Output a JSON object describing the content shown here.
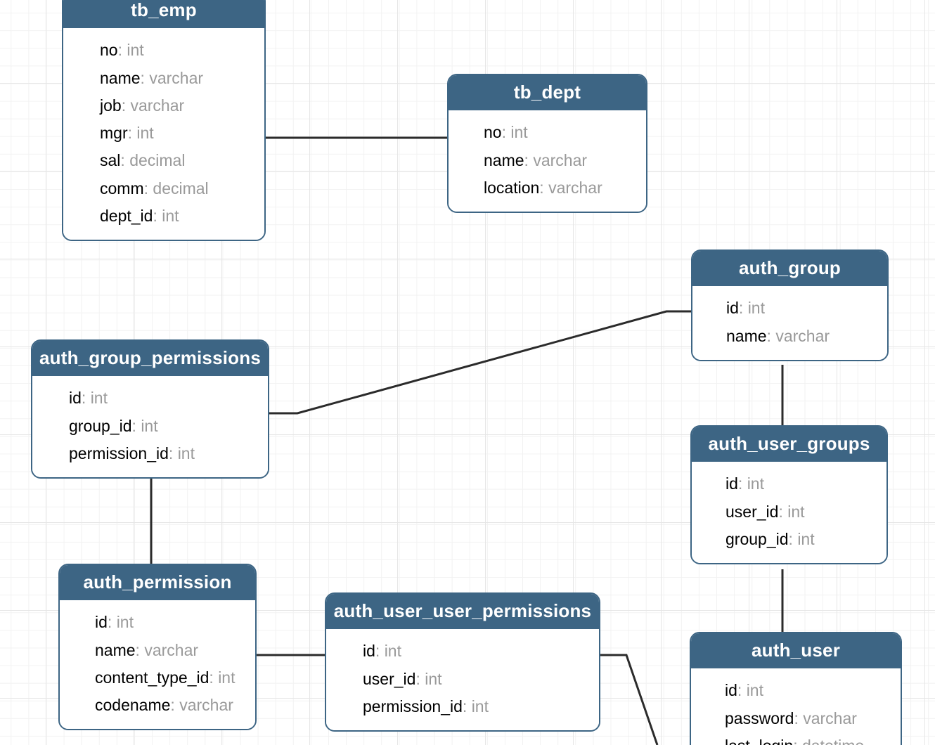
{
  "diagram": {
    "title": "database-er-diagram",
    "accent_color": "#3d6584",
    "field_type_color": "#9a9a9a",
    "edge_color": "#2b2b2b",
    "grid_color": "#e6e6e6",
    "background": "#ffffff"
  },
  "entities": [
    {
      "id": "tb_emp",
      "name": "tb_emp",
      "fields": [
        {
          "name": "no",
          "sep": ": ",
          "type": "int"
        },
        {
          "name": "name",
          "sep": ": ",
          "type": "varchar"
        },
        {
          "name": "job",
          "sep": ": ",
          "type": "varchar"
        },
        {
          "name": "mgr",
          "sep": ": ",
          "type": "int"
        },
        {
          "name": "sal",
          "sep": ": ",
          "type": "decimal"
        },
        {
          "name": "comm",
          "sep": ": ",
          "type": "decimal"
        },
        {
          "name": "dept_id",
          "sep": ": ",
          "type": "int"
        }
      ]
    },
    {
      "id": "tb_dept",
      "name": "tb_dept",
      "fields": [
        {
          "name": "no",
          "sep": ": ",
          "type": "int"
        },
        {
          "name": "name",
          "sep": ": ",
          "type": "varchar"
        },
        {
          "name": "location",
          "sep": ": ",
          "type": "varchar"
        }
      ]
    },
    {
      "id": "auth_group",
      "name": "auth_group",
      "fields": [
        {
          "name": "id",
          "sep": ": ",
          "type": "int"
        },
        {
          "name": "name",
          "sep": ": ",
          "type": "varchar"
        }
      ]
    },
    {
      "id": "auth_group_permissions",
      "name": "auth_group_permissions",
      "fields": [
        {
          "name": "id",
          "sep": ": ",
          "type": "int"
        },
        {
          "name": "group_id",
          "sep": ": ",
          "type": "int"
        },
        {
          "name": "permission_id",
          "sep": ": ",
          "type": "int"
        }
      ]
    },
    {
      "id": "auth_user_groups",
      "name": "auth_user_groups",
      "fields": [
        {
          "name": "id",
          "sep": ": ",
          "type": "int"
        },
        {
          "name": "user_id",
          "sep": ": ",
          "type": "int"
        },
        {
          "name": "group_id",
          "sep": ": ",
          "type": "int"
        }
      ]
    },
    {
      "id": "auth_permission",
      "name": "auth_permission",
      "fields": [
        {
          "name": "id",
          "sep": ": ",
          "type": "int"
        },
        {
          "name": "name",
          "sep": ": ",
          "type": "varchar"
        },
        {
          "name": "content_type_id",
          "sep": ": ",
          "type": "int"
        },
        {
          "name": "codename",
          "sep": ": ",
          "type": "varchar"
        }
      ]
    },
    {
      "id": "auth_user_user_permissions",
      "name": "auth_user_user_permissions",
      "fields": [
        {
          "name": "id",
          "sep": ": ",
          "type": "int"
        },
        {
          "name": "user_id",
          "sep": ": ",
          "type": "int"
        },
        {
          "name": "permission_id",
          "sep": ": ",
          "type": "int"
        }
      ]
    },
    {
      "id": "auth_user",
      "name": "auth_user",
      "fields": [
        {
          "name": "id",
          "sep": ": ",
          "type": "int"
        },
        {
          "name": "password",
          "sep": ": ",
          "type": "varchar"
        },
        {
          "name": "last_login",
          "sep": ": ",
          "type": "datetime"
        }
      ]
    }
  ],
  "relationships": [
    {
      "id": "rel-emp-dept",
      "from": "tb_emp",
      "to": "tb_dept"
    },
    {
      "id": "rel-agp-group",
      "from": "auth_group_permissions",
      "to": "auth_group"
    },
    {
      "id": "rel-group-usergroups",
      "from": "auth_group",
      "to": "auth_user_groups"
    },
    {
      "id": "rel-usergroups-user",
      "from": "auth_user_groups",
      "to": "auth_user"
    },
    {
      "id": "rel-agp-permission",
      "from": "auth_group_permissions",
      "to": "auth_permission"
    },
    {
      "id": "rel-permission-uup",
      "from": "auth_permission",
      "to": "auth_user_user_permissions"
    },
    {
      "id": "rel-uup-user",
      "from": "auth_user_user_permissions",
      "to": "auth_user"
    }
  ]
}
